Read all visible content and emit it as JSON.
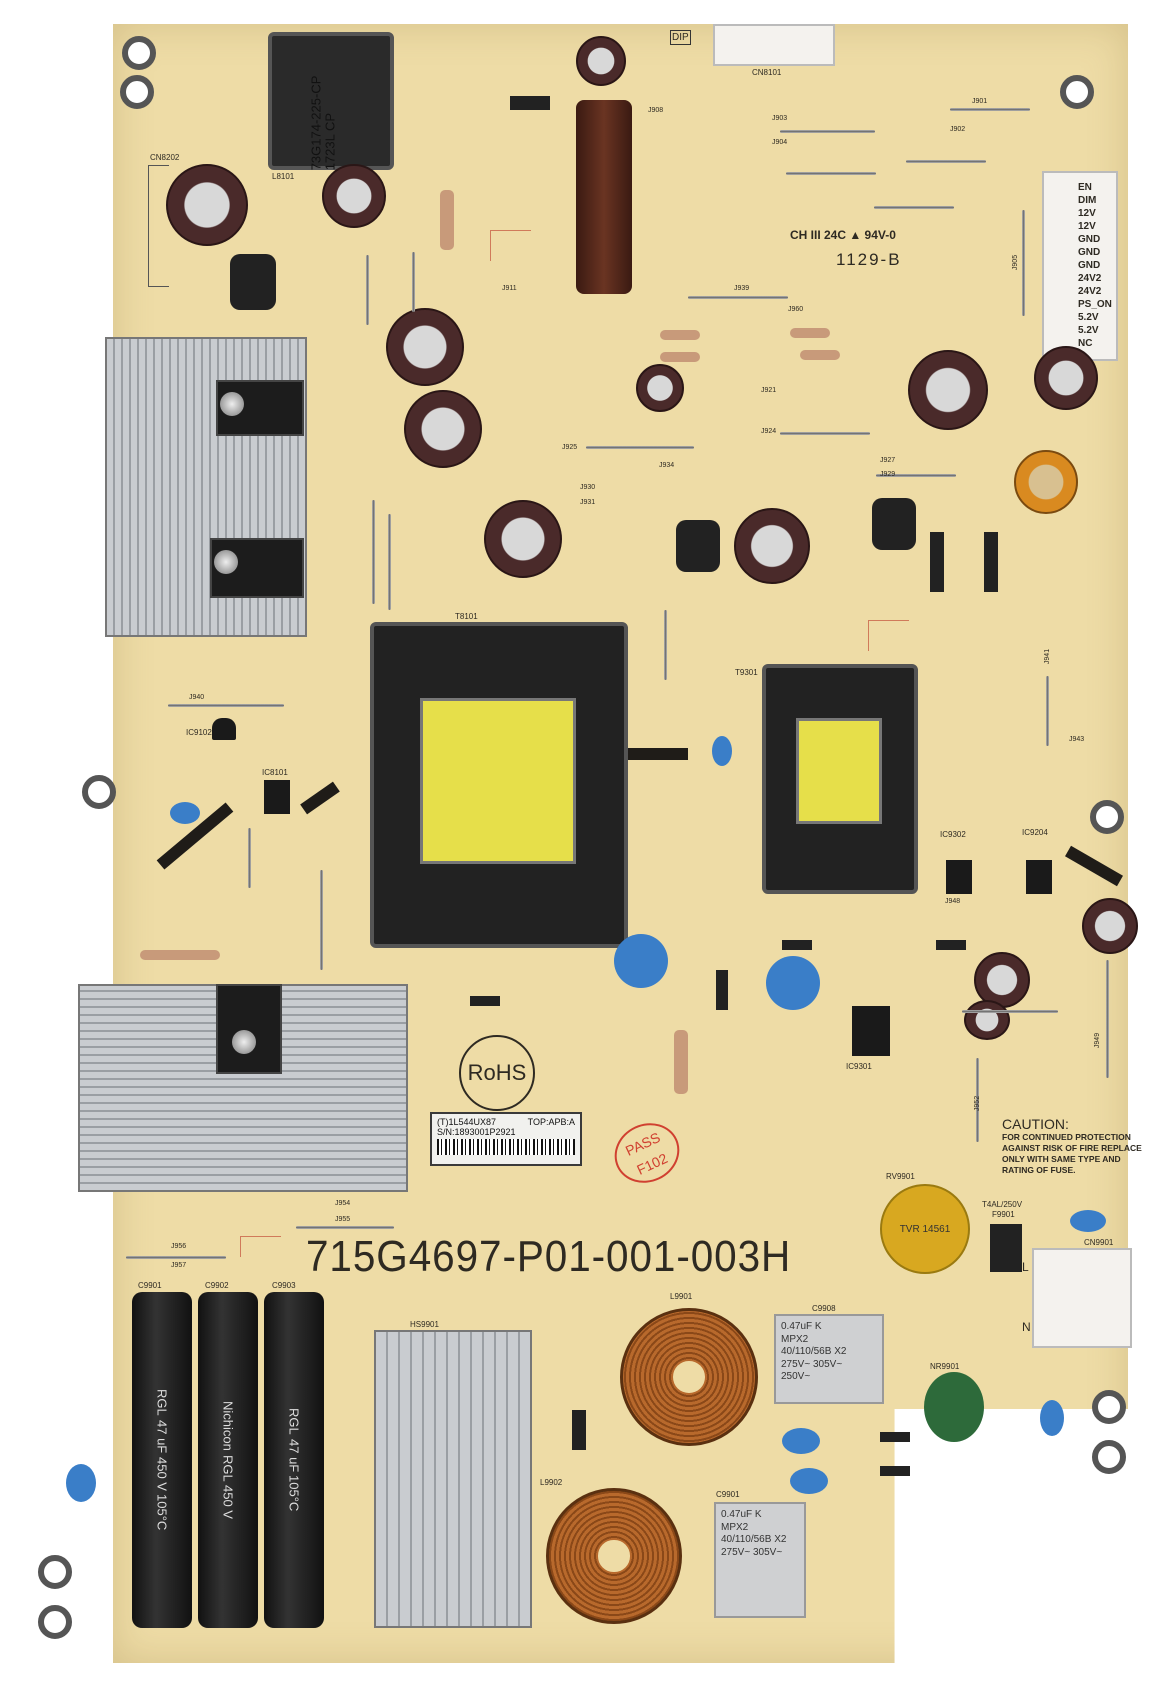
{
  "board": {
    "part_number": "715G4697-P01-001-003H",
    "ul_marking": "CH III 24C ▲ 94V-0",
    "date_code": "1129-B",
    "rohs": "RoHS",
    "caution": {
      "title": "CAUTION:",
      "lines": [
        "FOR CONTINUED PROTECTION",
        "AGAINST RISK OF FIRE REPLACE",
        "ONLY WITH  SAME TYPE AND",
        "RATING OF FUSE."
      ]
    },
    "fuse": {
      "rating": "T4AL/250V",
      "ref": "F9901"
    },
    "sticker": {
      "line1": "(T)1L544UX87",
      "top": "TOP:APB:A",
      "serial": "S/N:1893001P2921"
    },
    "stamp": {
      "line1": "F102",
      "line2": "PASS"
    },
    "dip_marker": "DIP"
  },
  "components": {
    "common_mode_choke": {
      "ref": "L8101",
      "marking": [
        "73G174-225-CP",
        "1723L",
        "CP"
      ]
    },
    "transformer_main": {
      "ref": "T8101"
    },
    "transformer_standby": {
      "ref": "T9301"
    },
    "bulk_caps": {
      "marking": [
        "Nichicon",
        "RGL",
        "47 uF",
        "450 V",
        "105°C"
      ],
      "refs": [
        "C9901",
        "C9902",
        "C9903"
      ]
    },
    "heatsink_bottom": {
      "ref": "HS9901"
    },
    "varistor": {
      "ref": "RV9901",
      "marking": "TVR 14561"
    },
    "ntc": {
      "ref": "NR9901"
    },
    "xcap1": {
      "ref": "C9908",
      "marking": [
        "0.47uF K",
        "MPX2",
        "40/110/56B X2",
        "275V~ 305V~",
        "250V~"
      ]
    },
    "xcap2": {
      "ref": "C9901",
      "marking": [
        "0.47uF K",
        "MPX2",
        "40/110/56B X2",
        "275V~ 305V~"
      ]
    },
    "toroid1": {
      "ref": "L9901"
    },
    "toroid2": {
      "ref": "L9902"
    },
    "connector_top": {
      "ref": "CN8101"
    },
    "connector_output": {
      "ref": "CN8202",
      "pins": [
        "EN",
        "DIM",
        "12V",
        "12V",
        "GND",
        "GND",
        "GND",
        "24V2",
        "24V2",
        "PS_ON",
        "5.2V",
        "5.2V",
        "NC"
      ]
    },
    "connector_input": {
      "ref": "CN9901",
      "pins": [
        "L",
        "N"
      ]
    },
    "ic_refs": [
      "IC8101",
      "IC9102",
      "IC9301",
      "IC9302",
      "IC9204"
    ],
    "jumpers": [
      "J901",
      "J902",
      "J903",
      "J904",
      "J905",
      "J908",
      "J911",
      "J921",
      "J924",
      "J925",
      "J927",
      "J929",
      "J930",
      "J931",
      "J934",
      "J939",
      "J940",
      "J941",
      "J943",
      "J948",
      "J949",
      "J952",
      "J954",
      "J955",
      "J956",
      "J957",
      "J960"
    ]
  },
  "colors": {
    "pcb": "#eedca6",
    "silkscreen": "#2e2a22",
    "ceramic_cap": "#3a7ec8",
    "transformer_core": "#e6df4a",
    "copper": "#b8692c"
  }
}
